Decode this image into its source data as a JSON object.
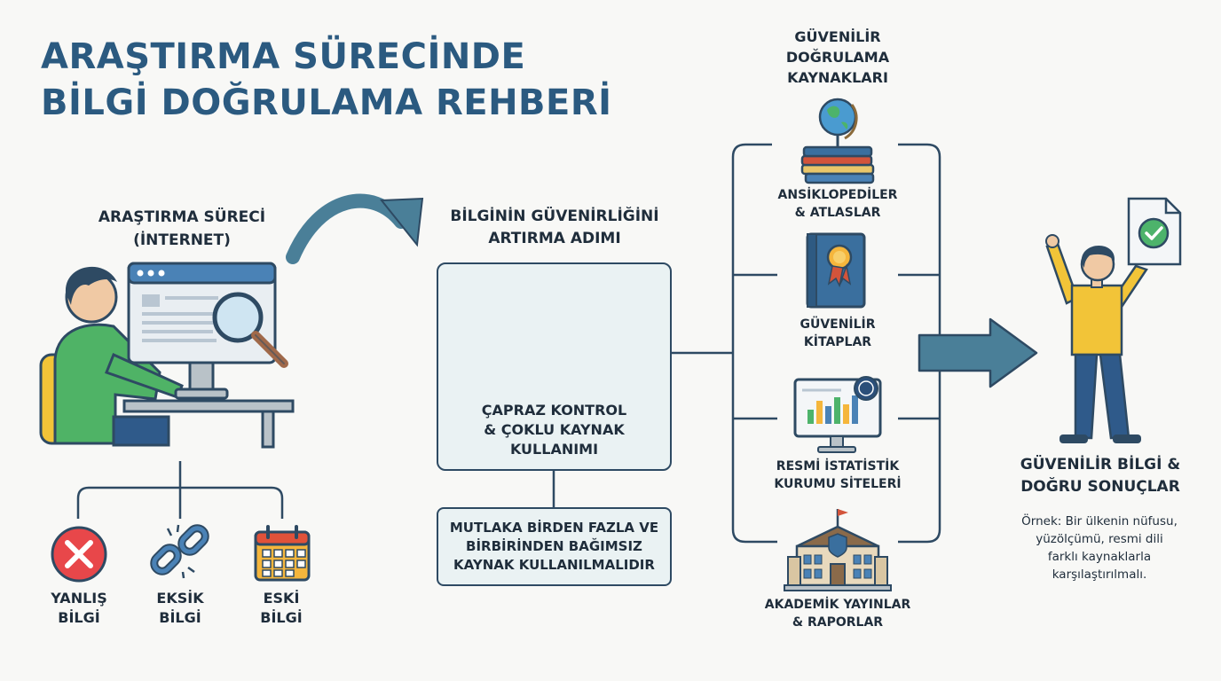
{
  "title": {
    "line1": "ARAŞTIRMA SÜRECİNDE",
    "line2": "BİLGİ DOĞRULAMA REHBERİ"
  },
  "research": {
    "line1": "ARAŞTIRMA SÜRECİ",
    "line2": "(İNTERNET)"
  },
  "risks": [
    {
      "line1": "YANLIŞ",
      "line2": "BİLGİ",
      "icon": "error-x-icon"
    },
    {
      "line1": "EKSİK",
      "line2": "BİLGİ",
      "icon": "broken-link-icon"
    },
    {
      "line1": "ESKİ",
      "line2": "BİLGİ",
      "icon": "calendar-icon"
    }
  ],
  "step": {
    "heading_line1": "BİLGİNİN GÜVENİRLİĞİNİ",
    "heading_line2": "ARTIRMA ADIMI",
    "box_line1": "ÇAPRAZ KONTROL",
    "box_line2": "& ÇOKLU KAYNAK",
    "box_line3": "KULLANIMI"
  },
  "note": {
    "line1": "MUTLAKA BİRDEN FAZLA VE",
    "line2": "BİRBİRİNDEN BAĞIMSIZ",
    "line3": "KAYNAK KULLANILMALIDIR"
  },
  "sources": {
    "heading_line1": "GÜVENİLİR",
    "heading_line2": "DOĞRULAMA",
    "heading_line3": "KAYNAKLARI",
    "items": [
      {
        "line1": "ANSİKLOPEDİLER",
        "line2": "& ATLASLAR",
        "icon": "globe-books-icon"
      },
      {
        "line1": "GÜVENİLİR",
        "line2": "KİTAPLAR",
        "icon": "book-icon"
      },
      {
        "line1": "RESMİ İSTATİSTİK",
        "line2": "KURUMU SİTELERİ",
        "icon": "statistics-monitor-icon"
      },
      {
        "line1": "AKADEMİK YAYINLAR",
        "line2": "& RAPORLAR",
        "icon": "university-icon"
      }
    ]
  },
  "result": {
    "line1": "GÜVENİLİR BİLGİ &",
    "line2": "DOĞRU SONUÇLAR",
    "example_line1": "Örnek: Bir ülkenin nüfusu,",
    "example_line2": "yüzölçümü, resmi dili",
    "example_line3": "farklı kaynaklarla",
    "example_line4": "karşılaştırılmalı."
  },
  "colors": {
    "title": "#2b5a80",
    "line": "#2e4a63",
    "arrow": "#4a7f98",
    "circle_blue": "#3a78a8",
    "circle_green": "#4db36b",
    "box_fill": "#eaf2f3"
  }
}
